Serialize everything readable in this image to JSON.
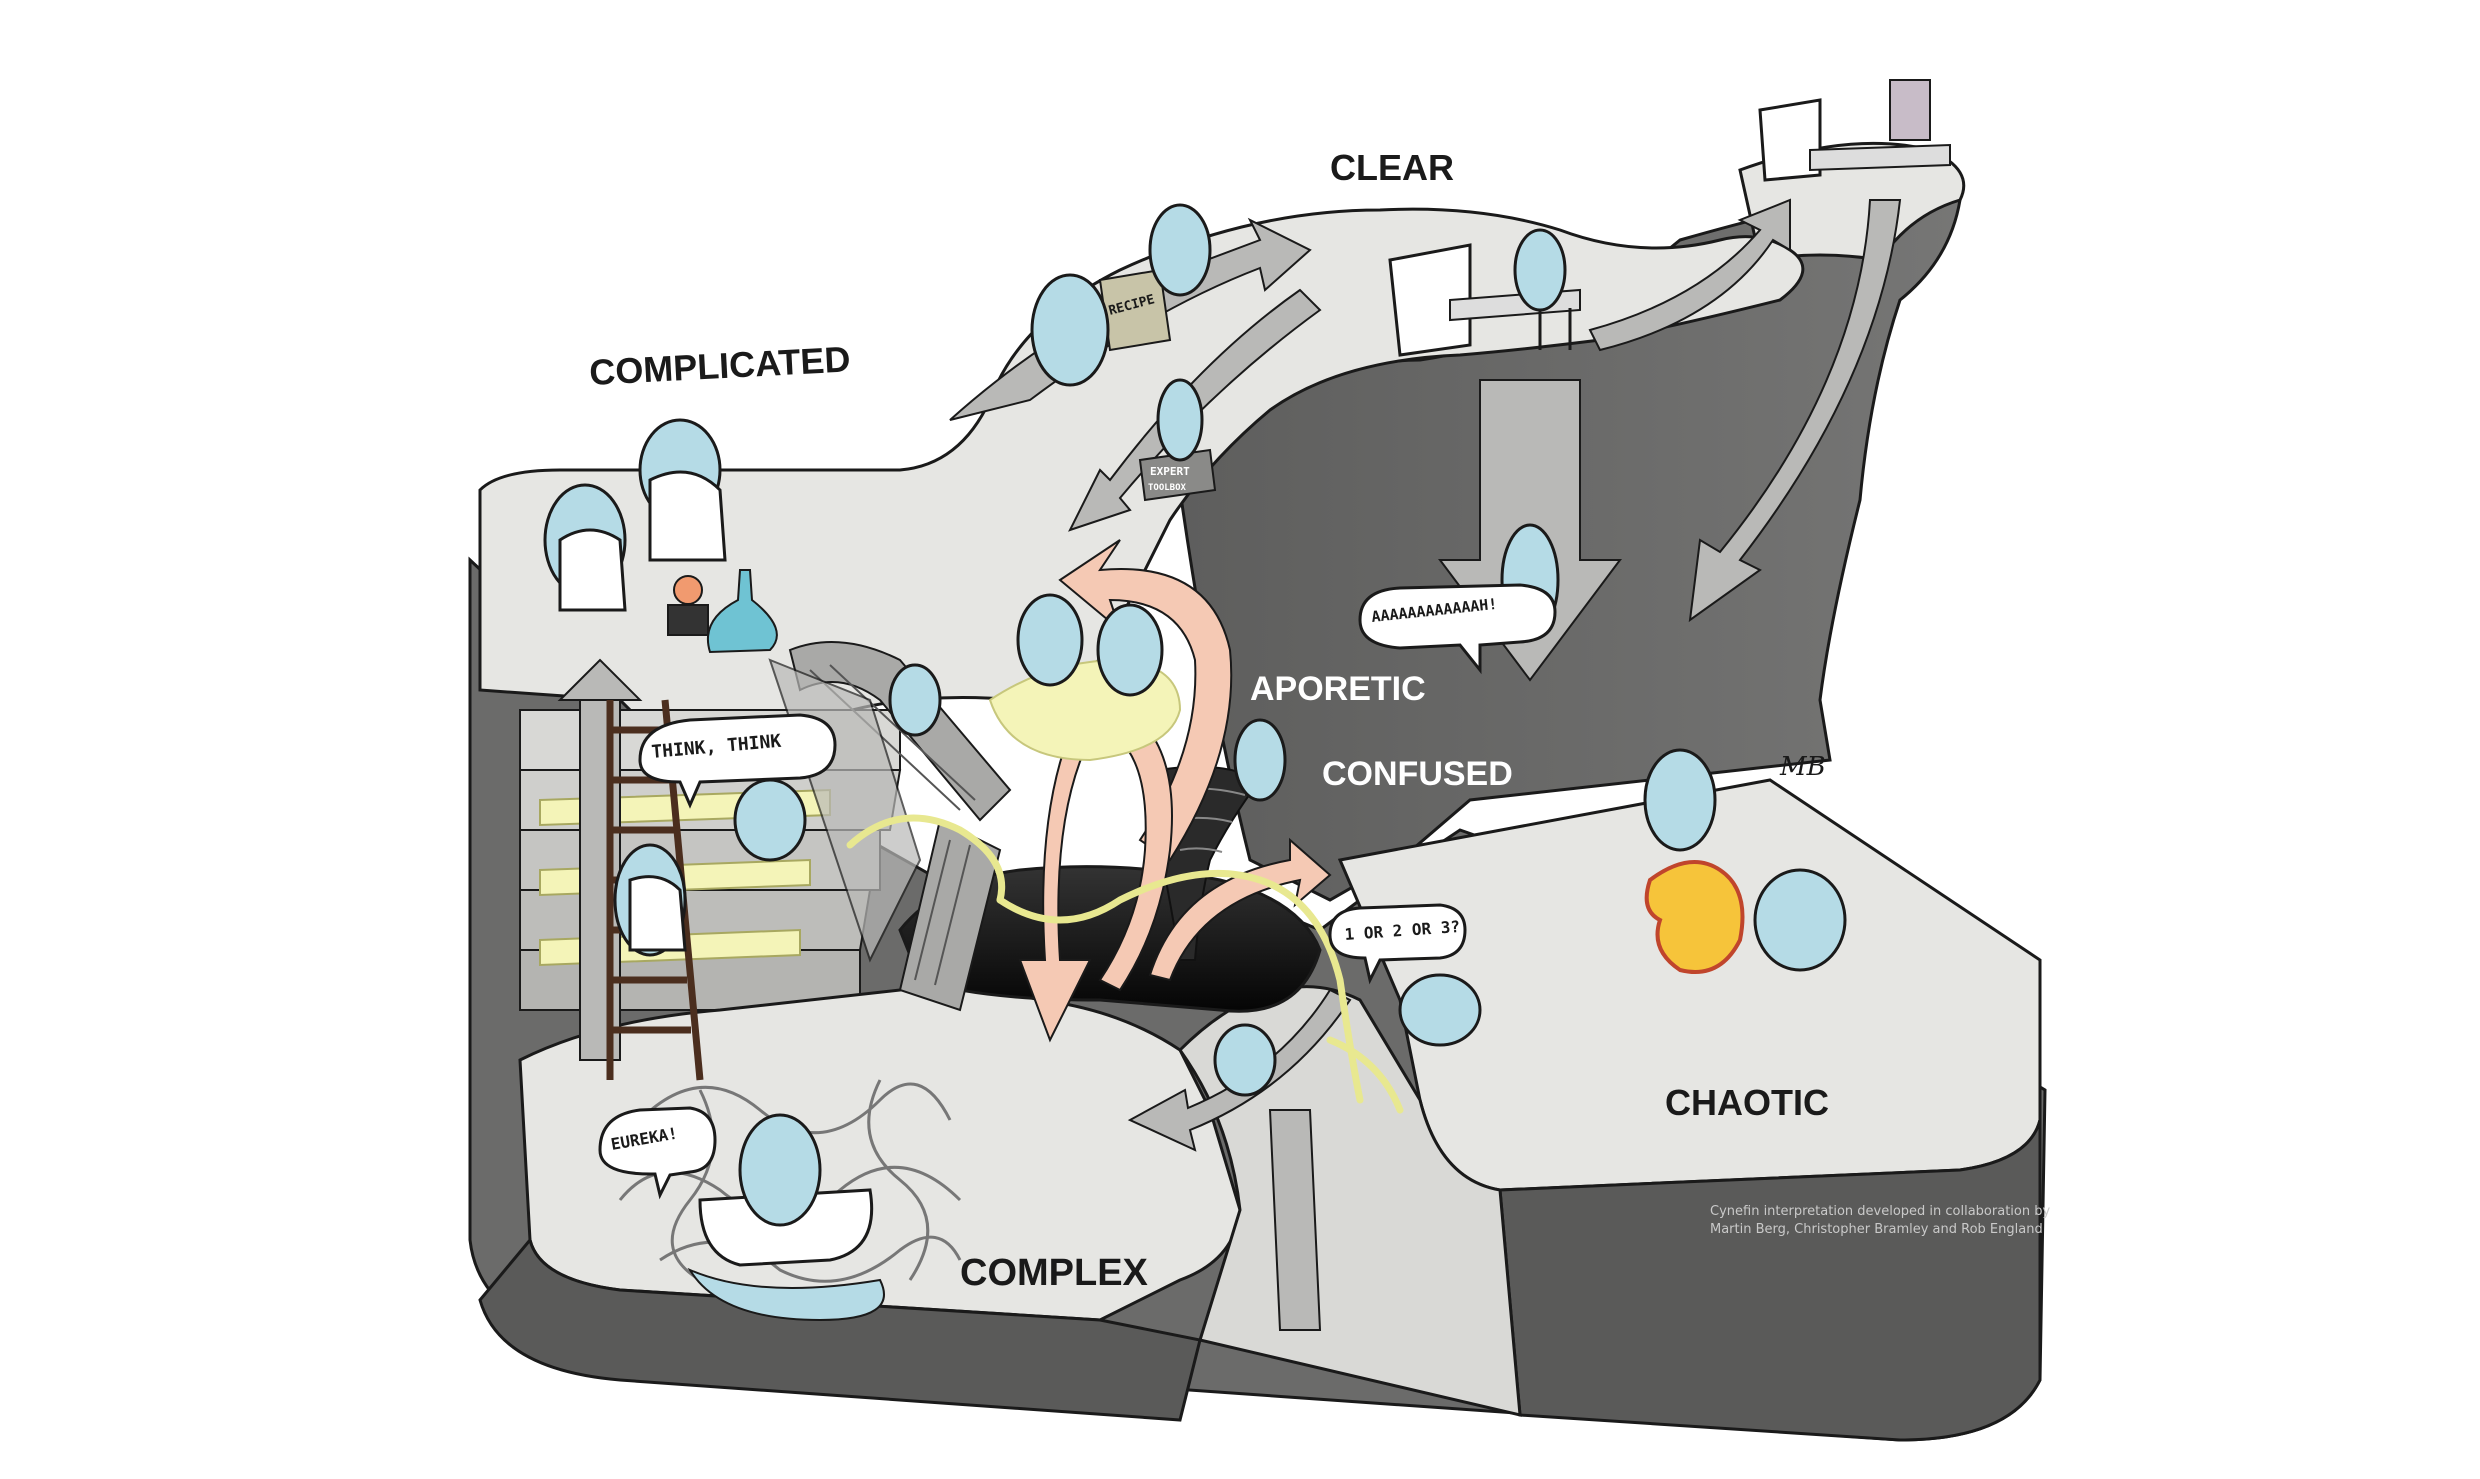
{
  "domains": {
    "clear": "CLEAR",
    "complicated": "COMPLICATED",
    "complex": "COMPLEX",
    "chaotic": "CHAOTIC",
    "aporetic": "APORETIC",
    "confused": "CONFUSED"
  },
  "speech": {
    "think": "THINK, THINK",
    "eureka": "EUREKA!",
    "scream": "AAAAAAAAAAAAH!",
    "options": "1 OR 2 OR 3?"
  },
  "props": {
    "recipe": "RECIPE",
    "expert": "EXPERT",
    "toolbox": "TOOLBOX"
  },
  "signature": "MB",
  "credit": {
    "line1": "Cynefin interpretation developed in collaboration by",
    "line2": "Martin Berg, Christopher Bramley and Rob England"
  },
  "colors": {
    "plateau": "#e6e6e3",
    "cliff": "#6b6b6a",
    "cliff_dark": "#4d4d4c",
    "arrow_grey": "#b9b9b7",
    "arrow_peach": "#f5c9b4",
    "creature": "#b5dbe6",
    "glow": "#f4f4b8",
    "ink": "#1a1a1a",
    "white_label": "#ffffff"
  }
}
